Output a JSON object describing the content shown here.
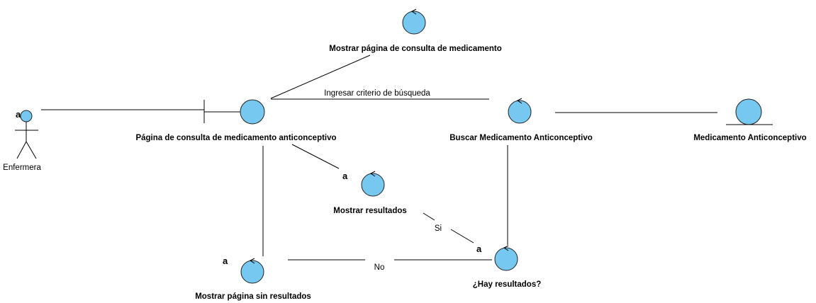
{
  "colors": {
    "element_fill": "#76c8f0",
    "stroke": "#000000",
    "background": "#ffffff"
  },
  "actor": {
    "name": "Enfermera",
    "marker": "a"
  },
  "boundary": {
    "label": "Página de consulta de medicamento anticonceptivo"
  },
  "controls": {
    "mostrar_consulta": "Mostrar página de consulta de medicamento",
    "buscar": "Buscar Medicamento Anticonceptivo",
    "mostrar_resultados": "Mostrar resultados",
    "hay_resultados": "¿Hay resultados?",
    "sin_resultados": "Mostrar página sin resultados"
  },
  "entity": {
    "label": "Medicamento Anticonceptivo"
  },
  "messages": {
    "ingresar": "Ingresar criterio de búsqueda",
    "si": "Si",
    "no": "No"
  },
  "markers": {
    "mostrar_resultados": "a",
    "hay_resultados": "a",
    "sin_resultados": "a"
  }
}
